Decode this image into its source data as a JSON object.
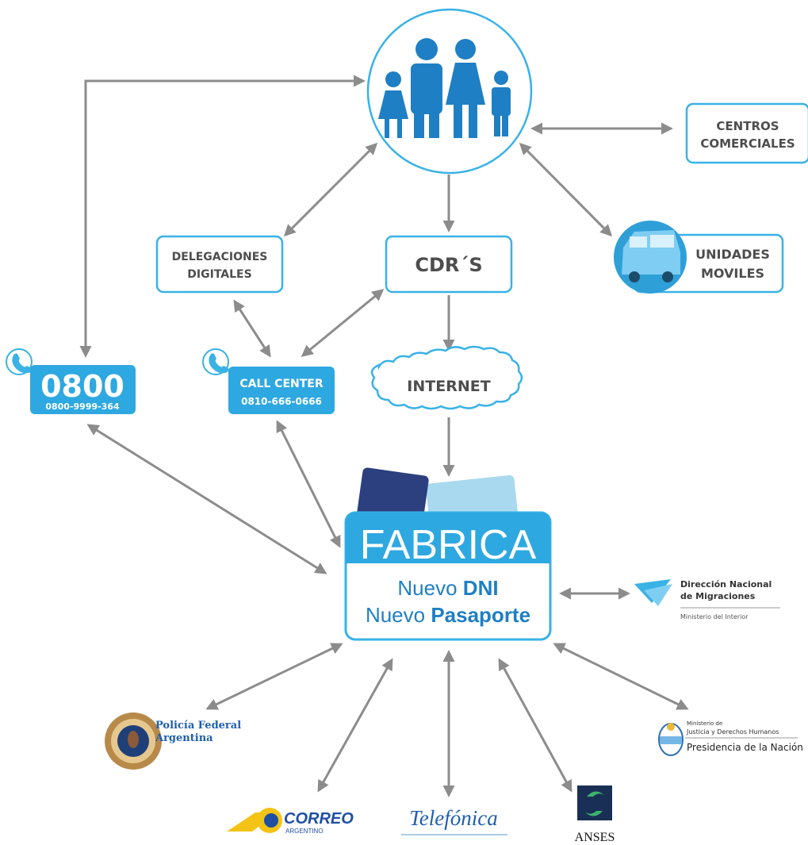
{
  "nodes": {
    "centros_comerciales": [
      "CENTROS",
      "COMERCIALES"
    ],
    "delegaciones_digitales": [
      "DELEGACIONES",
      "DIGITALES"
    ],
    "cdrs": "CDR´S",
    "unidades_moviles": [
      "UNIDADES",
      "MOVILES"
    ],
    "internet": "INTERNET",
    "phone_0800": {
      "big": "0800",
      "number": "0800-9999-364"
    },
    "call_center": {
      "title": "CALL CENTER",
      "number": "0810-666-0666"
    },
    "fabrica": {
      "title": "FABRICA",
      "line1_light": "Nuevo",
      "line1_bold": "DNI",
      "line2_light": "Nuevo",
      "line2_bold": "Pasaporte"
    }
  },
  "partners": {
    "migraciones": {
      "line1": "Dirección Nacional",
      "line2": "de Migraciones",
      "sub": "Ministerio del Interior"
    },
    "policia": {
      "line1": "Policía Federal",
      "line2": "Argentina"
    },
    "justicia": {
      "line1": "Ministerio de",
      "line2": "Justicia y Derechos Humanos",
      "line3": "Presidencia de la Nación"
    },
    "correo": {
      "line1": "CORREO",
      "line2": "ARGENTINO"
    },
    "telefonica": "Telefónica",
    "anses": "ANSES"
  },
  "colors": {
    "accent": "#39b2e6",
    "primary": "#1f7fc4",
    "arrow": "#8c8c8c",
    "text": "#4d4d4d"
  }
}
